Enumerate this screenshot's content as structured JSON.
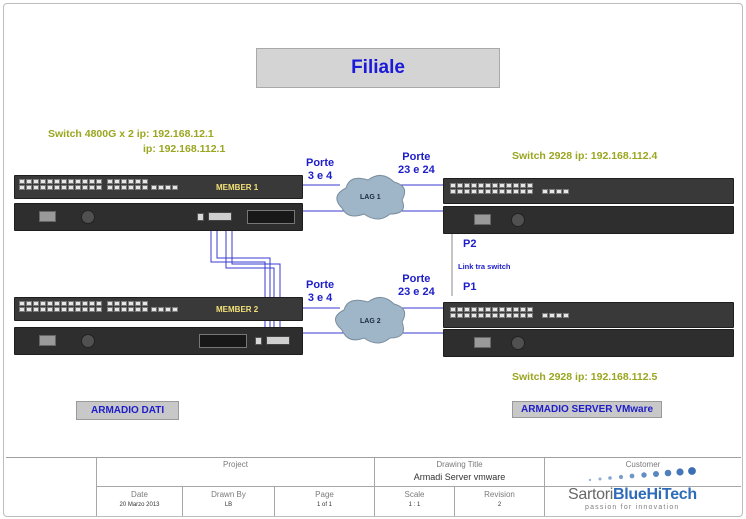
{
  "title": "Filiale",
  "left_switch": {
    "label_line1": "Switch 4800G x 2  ip: 192.168.12.1",
    "label_line2": "ip: 192.168.112.1",
    "member1": "MEMBER 1",
    "member2": "MEMBER 2"
  },
  "right_switch": {
    "top_label": "Switch 2928  ip: 192.168.112.4",
    "bottom_label": "Switch 2928  ip: 192.168.112.5"
  },
  "links": {
    "porte_top_left": [
      "Porte",
      "3 e 4"
    ],
    "porte_top_right": [
      "Porte",
      "23 e 24"
    ],
    "porte_bottom_left": [
      "Porte",
      "3 e 4"
    ],
    "porte_bottom_right": [
      "Porte",
      "23 e 24"
    ],
    "lag1": "LAG 1",
    "lag2": "LAG 2",
    "p2": "P2",
    "p1": "P1",
    "link_tra_switch": "Link tra switch"
  },
  "cabinets": {
    "left": "ARMADIO DATI",
    "right": "ARMADIO SERVER VMware"
  },
  "title_block": {
    "project_h": "Project",
    "drawing_title_h": "Drawing Title",
    "drawing_title_v": "Armadi Server vmware",
    "customer_h": "Customer",
    "date_h": "Date",
    "date_v": "20 Marzo 2013",
    "drawn_by_h": "Drawn By",
    "drawn_by_v": "LB",
    "page_h": "Page",
    "page_v": "1 of 1",
    "scale_h": "Scale",
    "scale_v": "1 : 1",
    "revision_h": "Revision",
    "revision_v": "2",
    "logo_main_a": "Sartori",
    "logo_main_b": "BlueHiTech",
    "logo_tagline": "passion for innovation"
  },
  "colors": {
    "title_text": "#1a1ad8",
    "label_green": "#9aa61f",
    "label_blue": "#1d1dc9",
    "cloud": "#9fb6c8"
  }
}
